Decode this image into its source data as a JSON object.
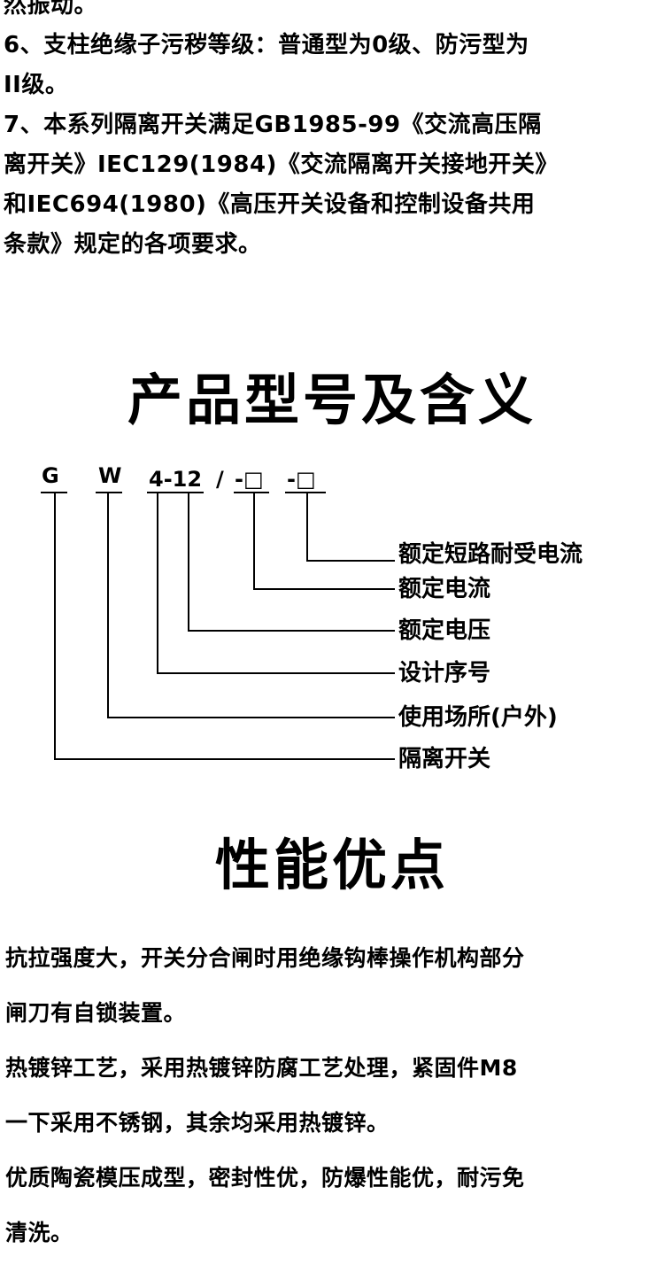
{
  "intro": {
    "lines": [
      "然振动。",
      "6、支柱绝缘子污秽等级：普通型为0级、防污型为",
      "II级。",
      "7、本系列隔离开关满足GB1985-99《交流高压隔",
      "离开关》IEC129(1984)《交流隔离开关接地开关》",
      "和IEC694(1980)《高压开关设备和控制设备共用",
      "条款》规定的各项要求。"
    ]
  },
  "model_section": {
    "title": "产品型号及含义",
    "code_parts": [
      "G",
      "W",
      "4-12",
      "/",
      "-□",
      "-□"
    ],
    "meanings": [
      "额定短路耐受电流",
      "额定电流",
      "额定电压",
      "设计序号",
      "使用场所(户外)",
      "隔离开关"
    ]
  },
  "performance_section": {
    "title": "性能优点",
    "lines": [
      "抗拉强度大，开关分合闸时用绝缘钩棒操作机构部分",
      "闸刀有自锁装置。",
      "热镀锌工艺，采用热镀锌防腐工艺处理，紧固件M8",
      "一下采用不锈钢，其余均采用热镀锌。",
      "优质陶瓷模压成型，密封性优，防爆性能优，耐污免",
      "清洗。"
    ]
  }
}
